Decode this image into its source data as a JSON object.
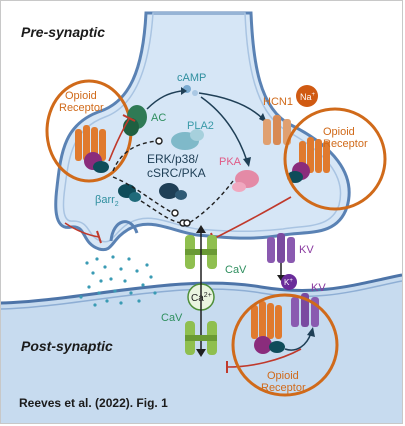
{
  "labels": {
    "pre_synaptic": "Pre-synaptic",
    "post_synaptic": "Post-synaptic",
    "camp": "cAMP",
    "ac": "AC",
    "pla2": "PLA2",
    "erk_line1": "ERK/p38/",
    "erk_line2": "cSRC/PKA",
    "pka": "PKA",
    "hcn1": "HCN1",
    "barr": "βarr",
    "barr_sub": "2",
    "cav_pre": "CaV",
    "cav_post": "CaV",
    "ca2": "Ca",
    "ca2_sup": "2+",
    "kv_pre": "KV",
    "kv_post": "KV",
    "k_ion": "K",
    "k_sup": "+",
    "na_ion": "Na",
    "na_sup": "+",
    "opioid_left_1": "Opioid",
    "opioid_left_2": "Receptor",
    "opioid_right_1": "Opioid",
    "opioid_right_2": "Receptor",
    "opioid_post_1": "Opioid",
    "opioid_post_2": "Receptor",
    "citation": "Reeves et al. (2022). Fig. 1"
  },
  "colors": {
    "membrane_fill": "#d6e6f6",
    "membrane_stroke": "#5a82b4",
    "post_fill": "#c7dbef",
    "receptor_orange": "#e07a2e",
    "annotation_orange": "#d06a1a",
    "gprotein_purple": "#8a2c7c",
    "gprotein_teal": "#0f4c5a",
    "ac_green": "#2f7a55",
    "camp_blue": "#7aaad0",
    "pla2_blue": "#7fb9c9",
    "pka_pink": "#e48aa6",
    "hcn_orange": "#e0a070",
    "channel_green": "#8fbf4f",
    "kv_purple": "#8a5ab0",
    "label_teal": "#2f8f9f",
    "inhibit_red": "#c0392b",
    "dark_navy": "#1f3f56",
    "vesicle_dots": "#3a9bb4"
  }
}
